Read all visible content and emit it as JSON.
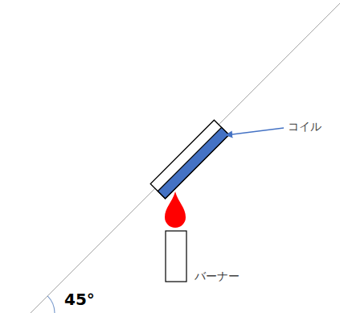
{
  "diagram": {
    "labels": [
      "コイル",
      "バーナー",
      "45°"
    ]
  }
}
